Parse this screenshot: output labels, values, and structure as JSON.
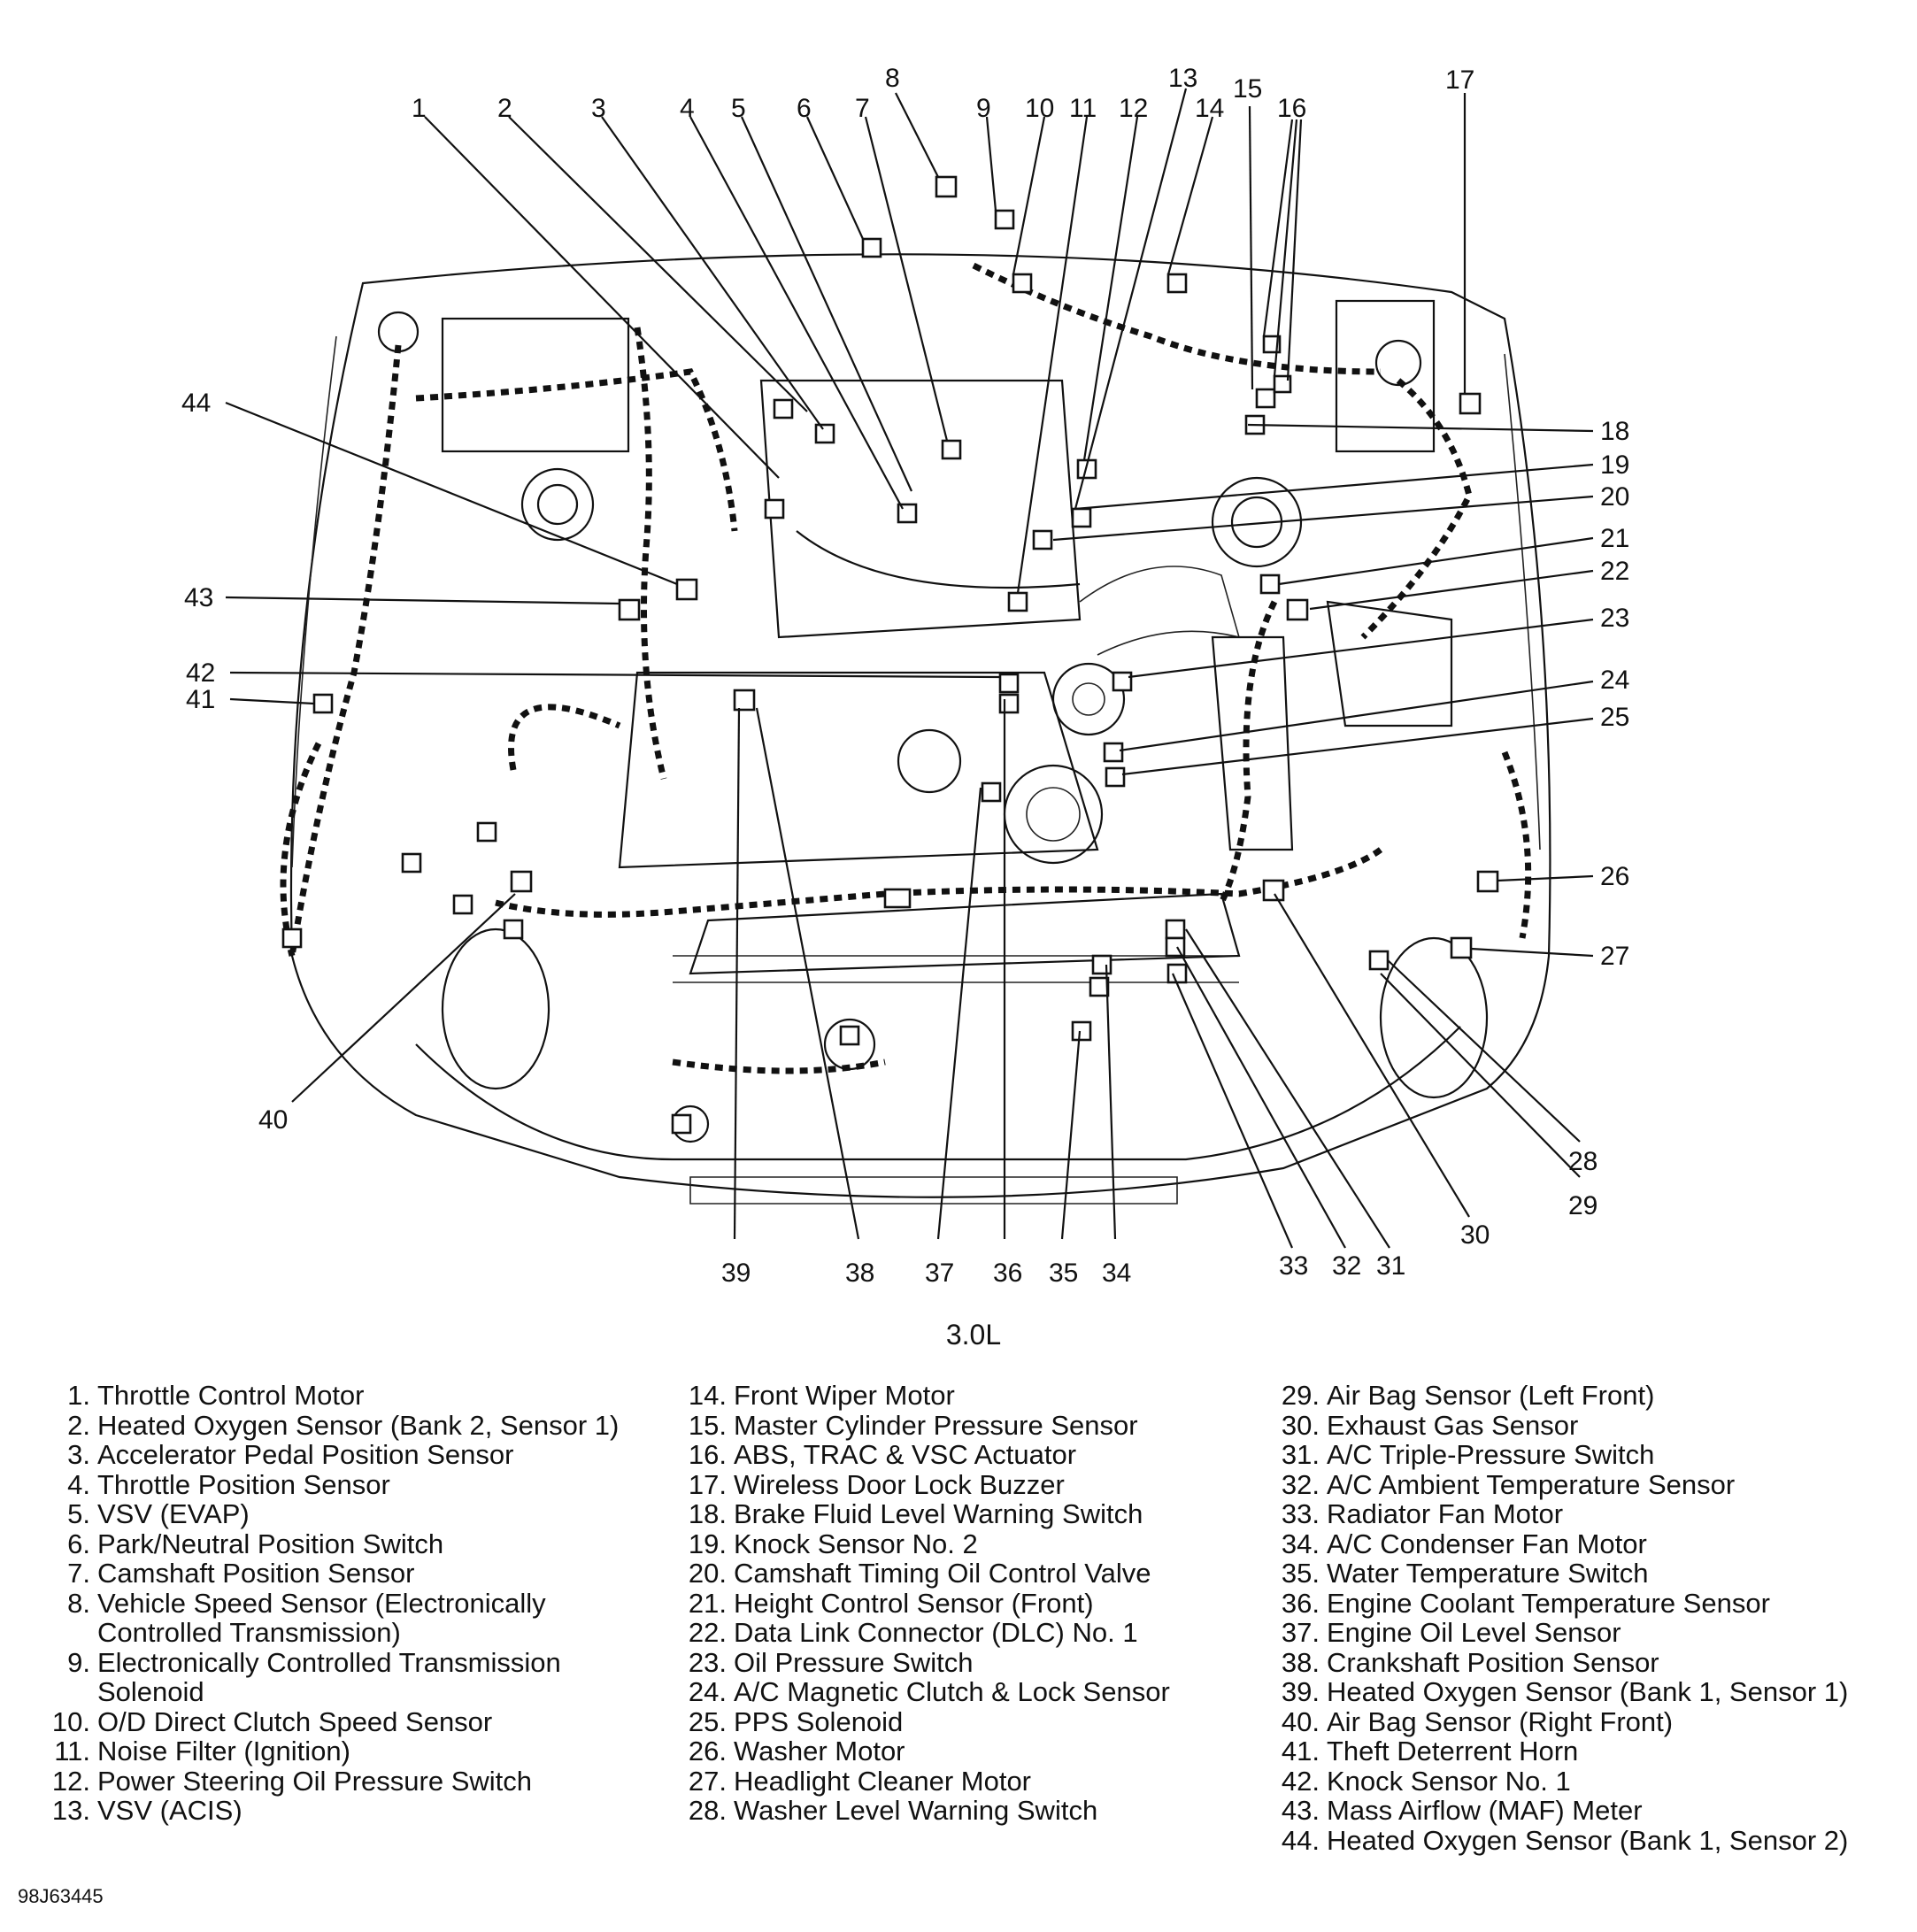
{
  "diagram": {
    "callouts": [
      "1",
      "2",
      "3",
      "4",
      "5",
      "6",
      "7",
      "8",
      "9",
      "10",
      "11",
      "12",
      "13",
      "14",
      "15",
      "16",
      "17",
      "18",
      "19",
      "20",
      "21",
      "22",
      "23",
      "24",
      "25",
      "26",
      "27",
      "28",
      "29",
      "30",
      "31",
      "32",
      "33",
      "34",
      "35",
      "36",
      "37",
      "38",
      "39",
      "40",
      "41",
      "42",
      "43",
      "44"
    ],
    "variant_label": "3.0L",
    "figure_id": "98J63445"
  },
  "legend": {
    "col1": [
      {
        "num": "1.",
        "text": "Throttle Control Motor"
      },
      {
        "num": "2.",
        "text": "Heated Oxygen Sensor (Bank 2, Sensor 1)"
      },
      {
        "num": "3.",
        "text": "Accelerator Pedal Position Sensor"
      },
      {
        "num": "4.",
        "text": "Throttle Position Sensor"
      },
      {
        "num": "5.",
        "text": "VSV (EVAP)"
      },
      {
        "num": "6.",
        "text": "Park/Neutral Position Switch"
      },
      {
        "num": "7.",
        "text": "Camshaft Position Sensor"
      },
      {
        "num": "8.",
        "text": "Vehicle Speed Sensor (Electronically",
        "cont": "Controlled Transmission)"
      },
      {
        "num": "9.",
        "text": "Electronically Controlled Transmission",
        "cont": "Solenoid"
      },
      {
        "num": "10.",
        "text": "O/D Direct Clutch Speed Sensor"
      },
      {
        "num": "11.",
        "text": "Noise Filter (Ignition)"
      },
      {
        "num": "12.",
        "text": "Power Steering Oil Pressure Switch"
      },
      {
        "num": "13.",
        "text": "VSV (ACIS)"
      }
    ],
    "col2": [
      {
        "num": "14.",
        "text": "Front Wiper Motor"
      },
      {
        "num": "15.",
        "text": "Master Cylinder Pressure Sensor"
      },
      {
        "num": "16.",
        "text": "ABS, TRAC & VSC Actuator"
      },
      {
        "num": "17.",
        "text": "Wireless Door Lock Buzzer"
      },
      {
        "num": "18.",
        "text": "Brake Fluid Level Warning Switch"
      },
      {
        "num": "19.",
        "text": "Knock Sensor No. 2"
      },
      {
        "num": "20.",
        "text": "Camshaft Timing Oil Control Valve"
      },
      {
        "num": "21.",
        "text": "Height Control Sensor (Front)"
      },
      {
        "num": "22.",
        "text": "Data Link Connector (DLC) No. 1"
      },
      {
        "num": "23.",
        "text": "Oil Pressure Switch"
      },
      {
        "num": "24.",
        "text": "A/C Magnetic Clutch & Lock Sensor"
      },
      {
        "num": "25.",
        "text": "PPS Solenoid"
      },
      {
        "num": "26.",
        "text": "Washer Motor"
      },
      {
        "num": "27.",
        "text": "Headlight Cleaner Motor"
      },
      {
        "num": "28.",
        "text": "Washer Level Warning Switch"
      }
    ],
    "col3": [
      {
        "num": "29.",
        "text": "Air Bag Sensor (Left Front)"
      },
      {
        "num": "30.",
        "text": "Exhaust Gas Sensor"
      },
      {
        "num": "31.",
        "text": "A/C Triple-Pressure Switch"
      },
      {
        "num": "32.",
        "text": "A/C Ambient Temperature Sensor"
      },
      {
        "num": "33.",
        "text": "Radiator Fan Motor"
      },
      {
        "num": "34.",
        "text": "A/C Condenser Fan Motor"
      },
      {
        "num": "35.",
        "text": "Water Temperature Switch"
      },
      {
        "num": "36.",
        "text": "Engine Coolant Temperature Sensor"
      },
      {
        "num": "37.",
        "text": "Engine Oil Level Sensor"
      },
      {
        "num": "38.",
        "text": "Crankshaft Position Sensor"
      },
      {
        "num": "39.",
        "text": "Heated Oxygen Sensor (Bank 1, Sensor 1)"
      },
      {
        "num": "40.",
        "text": "Air Bag Sensor (Right Front)"
      },
      {
        "num": "41.",
        "text": "Theft Deterrent Horn"
      },
      {
        "num": "42.",
        "text": "Knock Sensor No. 1"
      },
      {
        "num": "43.",
        "text": "Mass Airflow (MAF) Meter"
      },
      {
        "num": "44.",
        "text": "Heated Oxygen Sensor (Bank 1, Sensor 2)"
      }
    ]
  }
}
